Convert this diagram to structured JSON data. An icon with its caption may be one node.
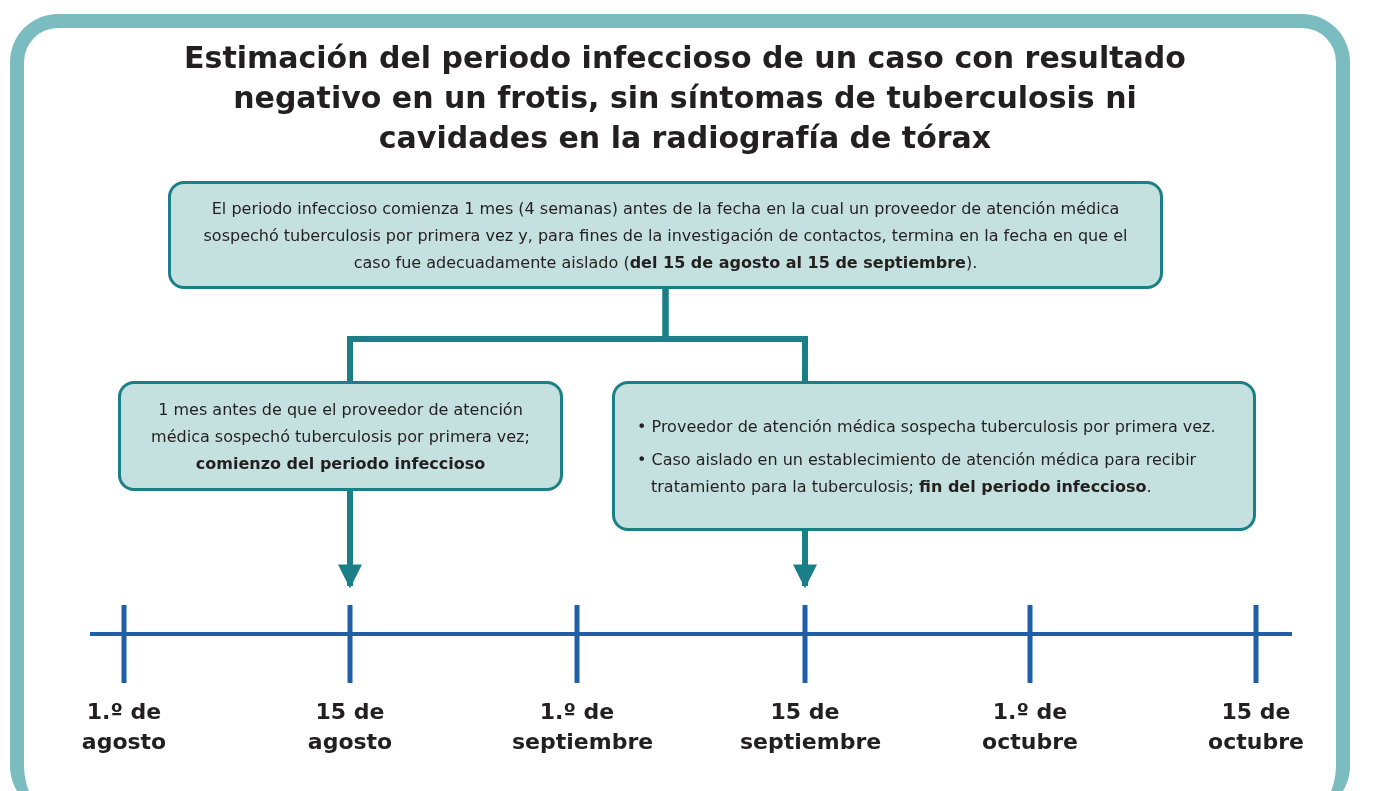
{
  "diagram": {
    "title": "Estimación del periodo infeccioso de un caso con resultado negativo en un frotis, sin síntomas de tuberculosis ni cavidades en la radiografía de tórax",
    "nodes": [
      {
        "text": [
          "El periodo infeccioso comienza 1 mes (4 semanas) antes de la fecha en la cual un proveedor de atención médica sospechó tuberculosis por primera vez y, para fines de la investigación de contactos, termina en la fecha en que el caso fue adecuadamente aislado (**del 15 de agosto al 15 de septiembre**)."
        ]
      },
      {
        "text": [
          "1 mes antes de que el proveedor de atención médica sospechó tuberculosis por primera vez; **comienzo del periodo infeccioso**"
        ]
      },
      {
        "text": [
          "• Proveedor de atención médica sospecha tuberculosis por primera vez.",
          "• Caso aislado en un establecimiento de atención médica para recibir tratamiento para la tuberculosis; **fin del periodo infeccioso**."
        ]
      }
    ],
    "edges": [
      {
        "from": 0,
        "to": 1,
        "arrow": "none"
      },
      {
        "from": 0,
        "to": 2,
        "arrow": "none"
      },
      {
        "from": 1,
        "to": null,
        "arrow": "to"
      },
      {
        "from": 2,
        "to": null,
        "arrow": "to"
      }
    ],
    "labels": [
      "1.º de agosto",
      "15 de agosto",
      "1.º de septiembre",
      "15 de septiembre",
      "1.º de octubre",
      "15 de octubre"
    ]
  }
}
